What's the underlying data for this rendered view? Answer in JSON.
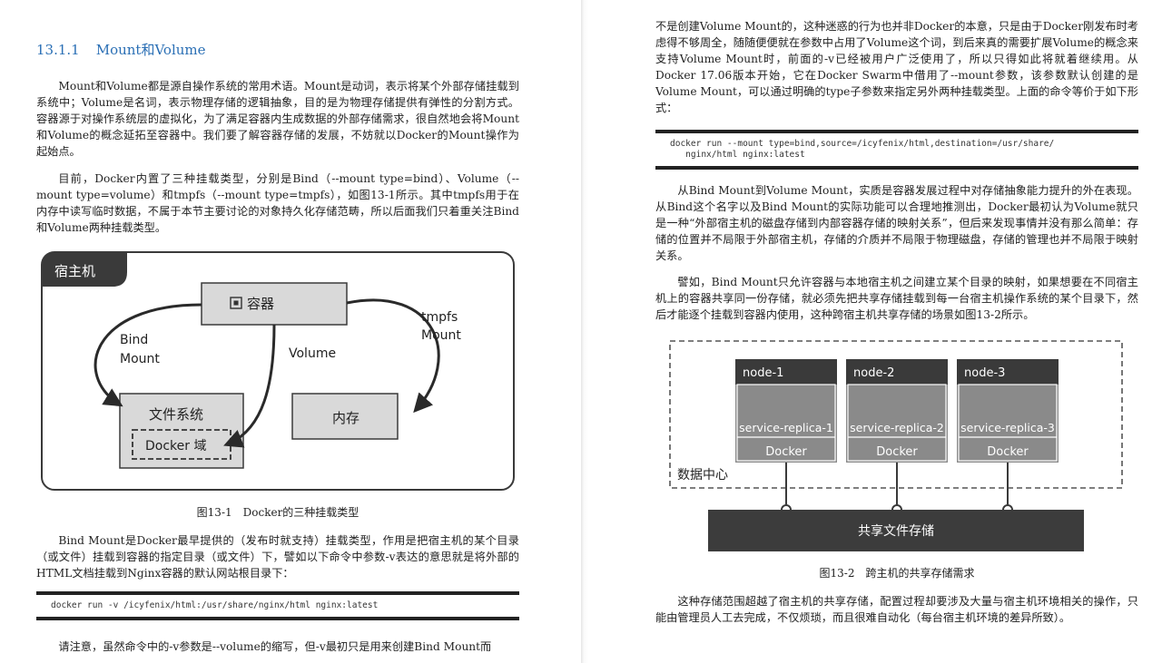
{
  "left_page": {
    "section_number": "13.1.1",
    "section_title": "Mount和Volume",
    "para1": "Mount和Volume都是源自操作系统的常用术语。Mount是动词，表示将某个外部存储挂载到系统中；Volume是名词，表示物理存储的逻辑抽象，目的是为物理存储提供有弹性的分割方式。容器源于对操作系统层的虚拟化，为了满足容器内生成数据的外部存储需求，很自然地会将Mount和Volume的概念延拓至容器中。我们要了解容器存储的发展，不妨就以Docker的Mount操作为起始点。",
    "para2": "目前，Docker内置了三种挂载类型，分别是Bind（--mount type=bind）、Volume（--mount type=volume）和tmpfs（--mount type=tmpfs），如图13-1所示。其中tmpfs用于在内存中读写临时数据，不属于本节主要讨论的对象持久化存储范畴，所以后面我们只着重关注Bind和Volume两种挂载类型。",
    "figure": {
      "host_label": "宿主机",
      "container_label": "容器",
      "filesystem_label": "文件系统",
      "docker_domain_label": "Docker 域",
      "memory_label": "内存",
      "bind_label_1": "Bind",
      "bind_label_2": "Mount",
      "volume_label": "Volume",
      "tmpfs_label_1": "tmpfs",
      "tmpfs_label_2": "Mount"
    },
    "caption": "图13-1　Docker的三种挂载类型",
    "para3": "Bind Mount是Docker最早提供的（发布时就支持）挂载类型，作用是把宿主机的某个目录（或文件）挂载到容器的指定目录（或文件）下，譬如以下命令中参数-v表达的意思就是将外部的HTML文档挂载到Nginx容器的默认网站根目录下：",
    "code1": "docker run -v /icyfenix/html:/usr/share/nginx/html nginx:latest",
    "para4": "请注意，虽然命令中的-v参数是--volume的缩写，但-v最初只是用来创建Bind Mount而"
  },
  "right_page": {
    "para1": "不是创建Volume Mount的，这种迷惑的行为也并非Docker的本意，只是由于Docker刚发布时考虑得不够周全，随随便便就在参数中占用了Volume这个词，到后来真的需要扩展Volume的概念来支持Volume Mount时，前面的-v已经被用户广泛使用了，所以只得如此将就着继续用。从Docker 17.06版本开始，它在Docker Swarm中借用了--mount参数，该参数默认创建的是Volume Mount，可以通过明确的type子参数来指定另外两种挂载类型。上面的命令等价于如下形式：",
    "code1_line1": "docker run --mount type=bind,source=/icyfenix/html,destination=/usr/share/",
    "code1_line2": "   nginx/html nginx:latest",
    "para2": "从Bind Mount到Volume Mount，实质是容器发展过程中对存储抽象能力提升的外在表现。从Bind这个名字以及Bind Mount的实际功能可以合理地推测出，Docker最初认为Volume就只是一种“外部宿主机的磁盘存储到内部容器存储的映射关系”，但后来发现事情并没有那么简单：存储的位置并不局限于外部宿主机，存储的介质并不局限于物理磁盘，存储的管理也并不局限于映射关系。",
    "para3": "譬如，Bind Mount只允许容器与本地宿主机之间建立某个目录的映射，如果想要在不同宿主机上的容器共享同一份存储，就必须先把共享存储挂载到每一台宿主机操作系统的某个目录下，然后才能逐个挂载到容器内使用，这种跨宿主机共享存储的场景如图13-2所示。",
    "figure": {
      "nodes": [
        {
          "name": "node-1",
          "service": "service-replica-1",
          "runtime": "Docker"
        },
        {
          "name": "node-2",
          "service": "service-replica-2",
          "runtime": "Docker"
        },
        {
          "name": "node-3",
          "service": "service-replica-3",
          "runtime": "Docker"
        }
      ],
      "datacenter_label": "数据中心",
      "storage_label": "共享文件存储"
    },
    "caption": "图13-2　跨主机的共享存储需求",
    "para4": "这种存储范围超越了宿主机的共享存储，配置过程却要涉及大量与宿主机环境相关的操作，只能由管理员人工去完成，不仅烦琐，而且很难自动化（每台宿主机环境的差异所致）。"
  },
  "colors": {
    "section_title": "#2a6fb5",
    "node_header": "#3a3a3a",
    "node_body": "#8a8a8a",
    "storage_bar": "#3c3c3c",
    "box_fill": "#d9d9d9"
  }
}
